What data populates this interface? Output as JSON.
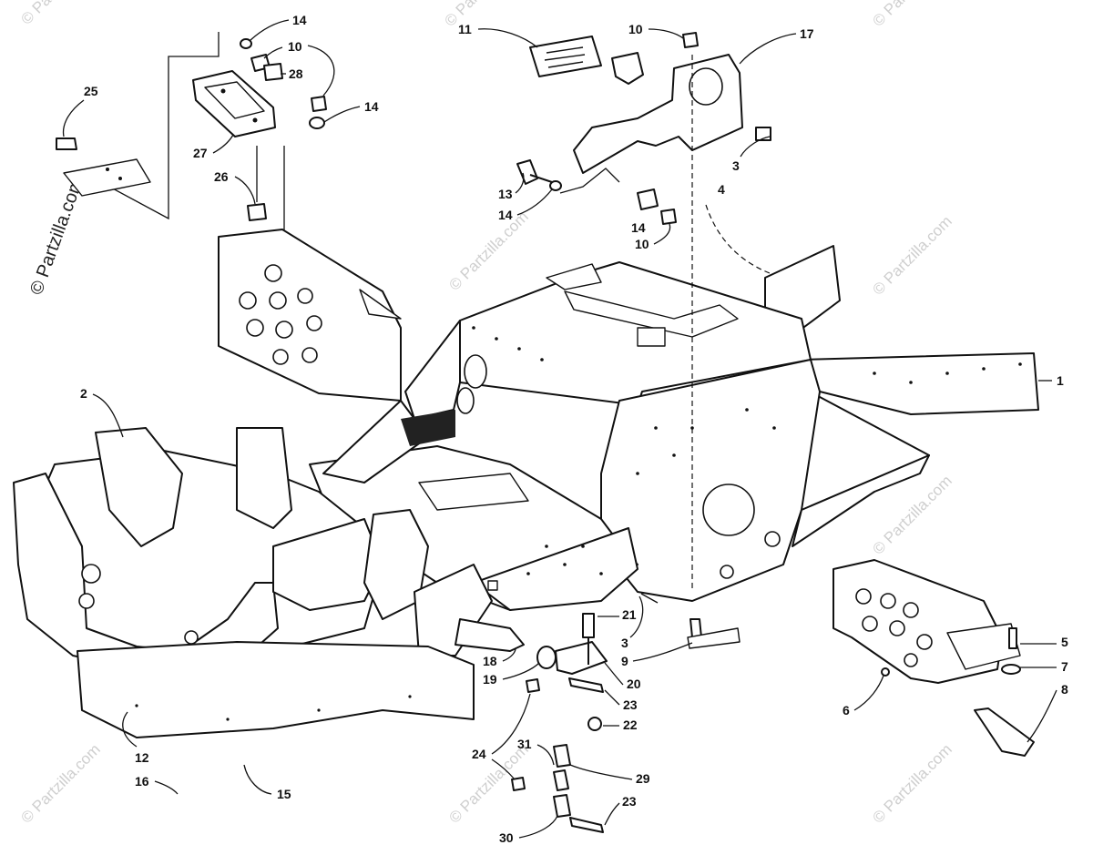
{
  "watermark": {
    "brand": "© Partzilla.com",
    "short": "© Partzilla.com",
    "side": "© Partzilla.com"
  },
  "callouts": [
    {
      "id": "c1",
      "label": "1"
    },
    {
      "id": "c2",
      "label": "2"
    },
    {
      "id": "c3a",
      "label": "3"
    },
    {
      "id": "c3b",
      "label": "3"
    },
    {
      "id": "c4",
      "label": "4"
    },
    {
      "id": "c5",
      "label": "5"
    },
    {
      "id": "c6",
      "label": "6"
    },
    {
      "id": "c7",
      "label": "7"
    },
    {
      "id": "c8",
      "label": "8"
    },
    {
      "id": "c9",
      "label": "9"
    },
    {
      "id": "c10a",
      "label": "10"
    },
    {
      "id": "c10b",
      "label": "10"
    },
    {
      "id": "c10c",
      "label": "10"
    },
    {
      "id": "c11",
      "label": "11"
    },
    {
      "id": "c12",
      "label": "12"
    },
    {
      "id": "c13",
      "label": "13"
    },
    {
      "id": "c14a",
      "label": "14"
    },
    {
      "id": "c14b",
      "label": "14"
    },
    {
      "id": "c14c",
      "label": "14"
    },
    {
      "id": "c14d",
      "label": "14"
    },
    {
      "id": "c15",
      "label": "15"
    },
    {
      "id": "c16",
      "label": "16"
    },
    {
      "id": "c17",
      "label": "17"
    },
    {
      "id": "c18",
      "label": "18"
    },
    {
      "id": "c19",
      "label": "19"
    },
    {
      "id": "c20",
      "label": "20"
    },
    {
      "id": "c21",
      "label": "21"
    },
    {
      "id": "c22",
      "label": "22"
    },
    {
      "id": "c23a",
      "label": "23"
    },
    {
      "id": "c23b",
      "label": "23"
    },
    {
      "id": "c24",
      "label": "24"
    },
    {
      "id": "c25",
      "label": "25"
    },
    {
      "id": "c26",
      "label": "26"
    },
    {
      "id": "c27",
      "label": "27"
    },
    {
      "id": "c28",
      "label": "28"
    },
    {
      "id": "c29",
      "label": "29"
    },
    {
      "id": "c30",
      "label": "30"
    },
    {
      "id": "c31",
      "label": "31"
    }
  ]
}
